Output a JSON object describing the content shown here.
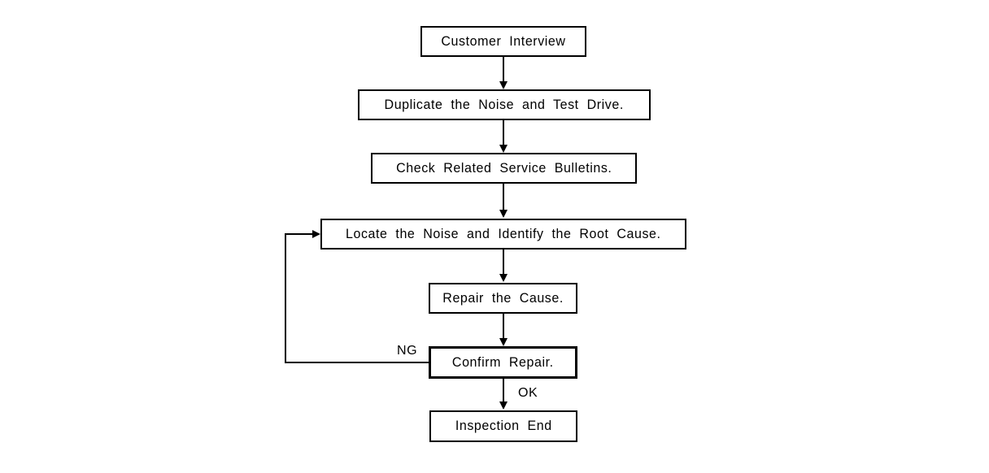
{
  "diagram": {
    "type": "flowchart",
    "orientation": "top-to-bottom",
    "background_color": "#ffffff",
    "line_color": "#000000",
    "nodes": [
      {
        "id": "customer-interview",
        "label": "Customer Interview"
      },
      {
        "id": "duplicate-noise",
        "label": "Duplicate the Noise and Test Drive."
      },
      {
        "id": "check-bulletins",
        "label": "Check Related Service Bulletins."
      },
      {
        "id": "locate-noise",
        "label": "Locate the Noise and Identify the Root Cause."
      },
      {
        "id": "repair-cause",
        "label": "Repair the Cause."
      },
      {
        "id": "confirm-repair",
        "label": "Confirm Repair."
      },
      {
        "id": "inspection-end",
        "label": "Inspection End"
      }
    ],
    "edge_labels": {
      "ng": "NG",
      "ok": "OK"
    }
  }
}
